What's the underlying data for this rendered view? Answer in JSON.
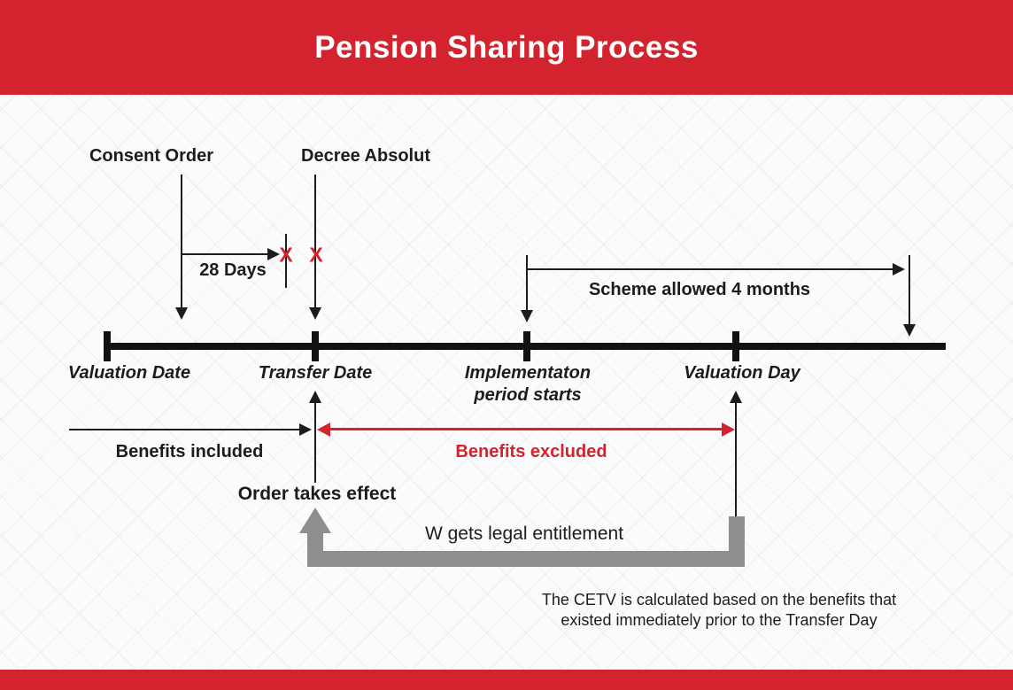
{
  "header": {
    "title": "Pension Sharing Process"
  },
  "colors": {
    "accent_red": "#d2232e",
    "line_black": "#1c1c1c",
    "arrow_gray": "#8e8e8e",
    "background": "#fbfbfb"
  },
  "top_annotations": {
    "consent_order": "Consent Order",
    "decree_absolut": "Decree Absolut",
    "days_28": "28 Days",
    "scheme_allowed": "Scheme allowed 4 months",
    "x_mark": "X"
  },
  "timeline": {
    "labels": [
      {
        "id": "valuation-date",
        "text": "Valuation Date"
      },
      {
        "id": "transfer-date",
        "text": "Transfer Date"
      },
      {
        "id": "implementation-period",
        "line1": "Implementaton",
        "line2": "period starts"
      },
      {
        "id": "valuation-day",
        "text": "Valuation Day"
      }
    ]
  },
  "annotations": {
    "benefits_included": "Benefits included",
    "benefits_excluded": "Benefits excluded",
    "order_takes_effect": "Order takes effect",
    "w_entitlement": "W gets legal entitlement",
    "footer_line1": "The CETV is calculated based on the benefits that",
    "footer_line2": "existed immediately prior to the Transfer Day"
  }
}
